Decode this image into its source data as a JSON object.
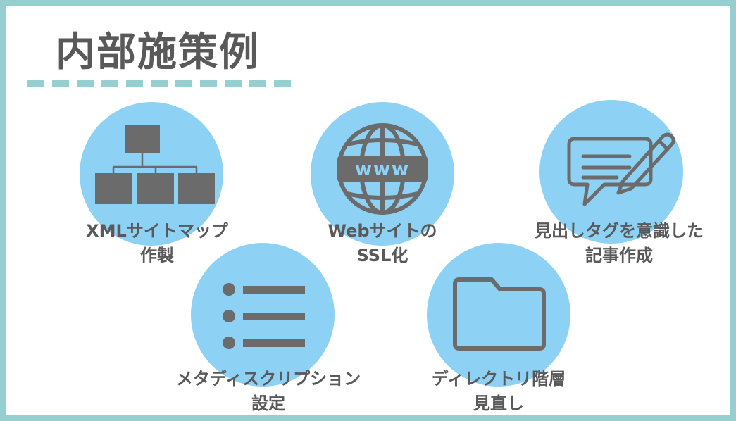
{
  "title": "内部施策例",
  "colors": {
    "frame": "#96cfcf",
    "circle": "#8dd1f5",
    "icon": "#6b6b6b",
    "text": "#595959"
  },
  "items": [
    {
      "icon": "sitemap-icon",
      "line1": "XMLサイトマップ",
      "line2": "作製"
    },
    {
      "icon": "globe-www-icon",
      "line1": "Webサイトの",
      "line2": "SSL化"
    },
    {
      "icon": "speech-bubble-pen-icon",
      "line1": "見出しタグを意識した",
      "line2": "記事作成"
    },
    {
      "icon": "bullet-list-icon",
      "line1": "メタディスクリプション",
      "line2": "設定"
    },
    {
      "icon": "folder-icon",
      "line1": "ディレクトリ階層",
      "line2": "見直し"
    }
  ]
}
